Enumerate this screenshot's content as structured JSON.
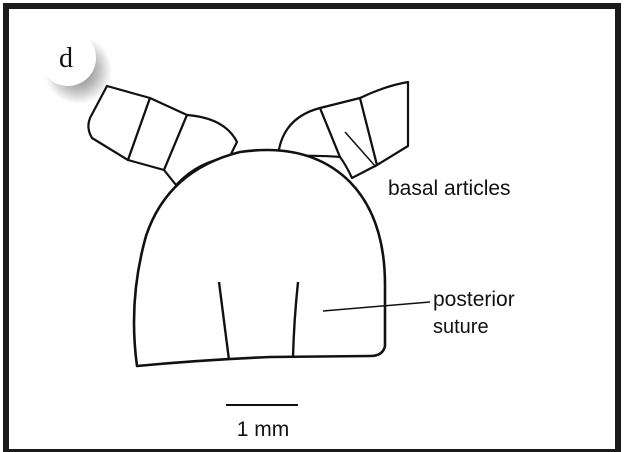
{
  "panel": {
    "letter": "d"
  },
  "labels": {
    "basal_articles": "basal articles",
    "posterior_line1": "posterior",
    "posterior_line2": "suture"
  },
  "scale_bar": {
    "label": "1 mm"
  },
  "colors": {
    "frame": "#1a1a1a",
    "ink": "#111111",
    "background": "#ffffff"
  }
}
